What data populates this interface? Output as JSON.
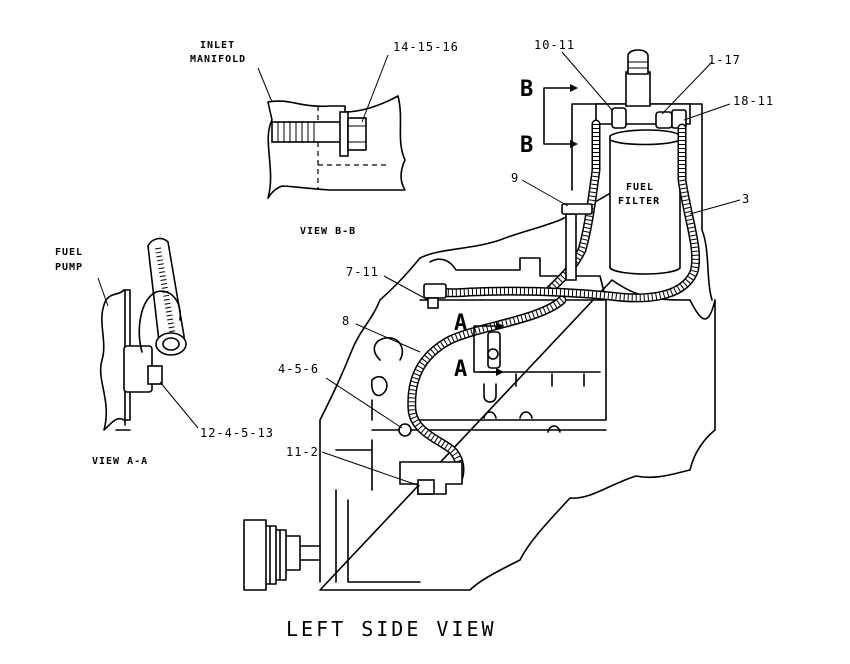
{
  "title": "LEFT SIDE VIEW",
  "views": {
    "b_b": {
      "caption": "VIEW B-B",
      "label_line1": "INLET",
      "label_line2": "MANIFOLD"
    },
    "a_a": {
      "caption": "VIEW A-A",
      "label_line1": "FUEL",
      "label_line2": "PUMP"
    }
  },
  "filter": {
    "line1": "FUEL",
    "line2": "FILTER"
  },
  "section_markers": {
    "b": "B",
    "a": "A"
  },
  "callouts": {
    "c_14_15_16": "14-15-16",
    "c_10_11": "10-11",
    "c_1_17": "1-17",
    "c_18_11": "18-11",
    "c_9": "9",
    "c_3": "3",
    "c_7_11": "7-11",
    "c_8": "8",
    "c_4_5_6": "4-5-6",
    "c_11_2": "11-2",
    "c_12_4_5_13": "12-4-5-13"
  }
}
